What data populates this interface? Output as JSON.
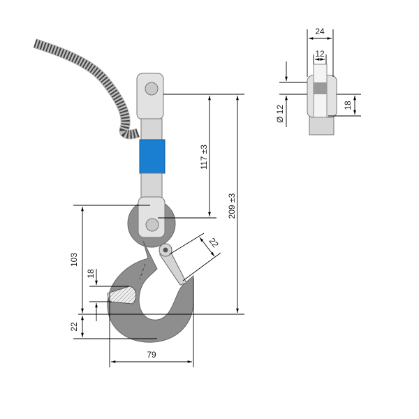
{
  "title": "Crane scale load cell with swivel hook – dimensions",
  "colors": {
    "sensor": "#1a7fd0",
    "hook": "#8e8e8e",
    "clevis": "#e2e2e2",
    "cable": "#555555"
  },
  "dimensions": {
    "side_width": "24",
    "side_slot": "12",
    "pin_diameter": "Ø 12",
    "pin_height": "18",
    "pin_to_pin": "117 ±3",
    "overall_length": "209 ±3",
    "hook_height": "103",
    "hook_section": "18",
    "hook_bottom": "22",
    "hook_opening": "22",
    "hook_width": "79"
  }
}
